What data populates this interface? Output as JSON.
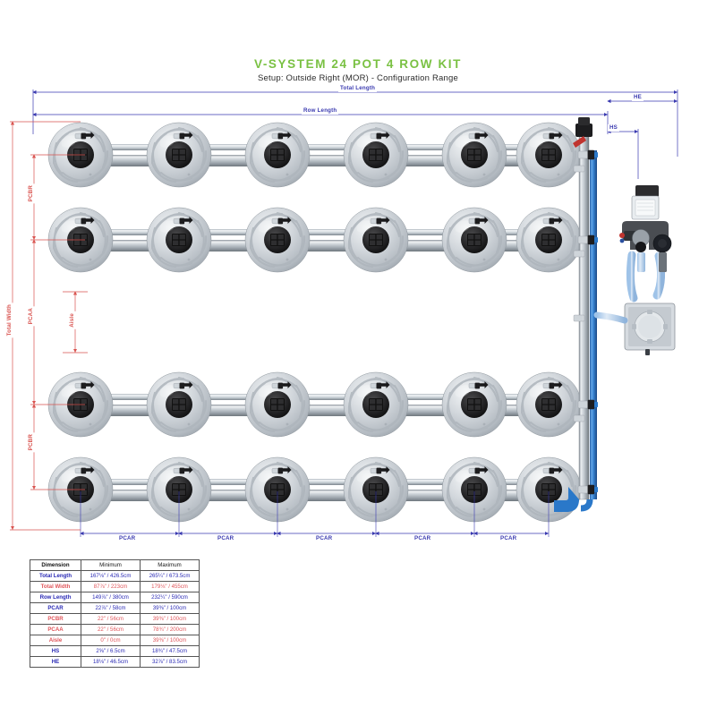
{
  "document": {
    "title": "V-SYSTEM 24 POT 4 ROW KIT",
    "subtitle": "Setup: Outside Right (MOR) - Configuration Range"
  },
  "colors": {
    "title_green": "#7ac143",
    "dimension_blue": "#3a3ab0",
    "dimension_red": "#d9534f",
    "pipe_blue": "#2f7fd0",
    "pot_grey": "#c9cdd2"
  },
  "dimensions": {
    "total_length": "Total Length",
    "row_length": "Row Length",
    "total_width": "Total Width",
    "he": "HE",
    "hs": "HS",
    "aisle": "Aisle",
    "pcar": "PCAR",
    "pcbr": "PCBR",
    "pcaa": "PCAA"
  },
  "horizontal_pcar_labels": [
    "PCAR",
    "PCAR",
    "PCAR",
    "PCAR",
    "PCAR"
  ],
  "vertical_labels": [
    "PCBR",
    "PCAA",
    "PCBR"
  ],
  "layout": {
    "rows": 4,
    "pots_per_row": 6,
    "total_pots": 24
  },
  "table": {
    "headers": [
      "Dimension",
      "Minimum",
      "Maximum"
    ],
    "rows": [
      {
        "name": "Total Length",
        "min": "167⅛\" / 426.5cm",
        "max": "265¼\" / 673.5cm",
        "color": "blue"
      },
      {
        "name": "Total Width",
        "min": "87⅞\" / 223cm",
        "max": "179⅛\" / 455cm",
        "color": "red"
      },
      {
        "name": "Row Length",
        "min": "149⅞\" / 380cm",
        "max": "232¼\" / 590cm",
        "color": "blue"
      },
      {
        "name": "PCAR",
        "min": "22⅞\" / 58cm",
        "max": "39⅜\" / 100cm",
        "color": "blue"
      },
      {
        "name": "PCBR",
        "min": "22\" / 56cm",
        "max": "39⅜\" / 100cm",
        "color": "red"
      },
      {
        "name": "PCAA",
        "min": "22\" / 56cm",
        "max": "78¾\" / 200cm",
        "color": "red"
      },
      {
        "name": "Aisle",
        "min": "0\" / 0cm",
        "max": "39⅜\" / 100cm",
        "color": "red"
      },
      {
        "name": "HS",
        "min": "2⅝\" / 6.5cm",
        "max": "18¾\" / 47.5cm",
        "color": "blue"
      },
      {
        "name": "HE",
        "min": "18⅛\" / 46.5cm",
        "max": "32⅞\" / 83.5cm",
        "color": "blue"
      }
    ]
  },
  "equipment": {
    "pump_label": "pump-unit",
    "reservoir_label": "reservoir-tank",
    "manifold_label": "vertical-manifold"
  }
}
